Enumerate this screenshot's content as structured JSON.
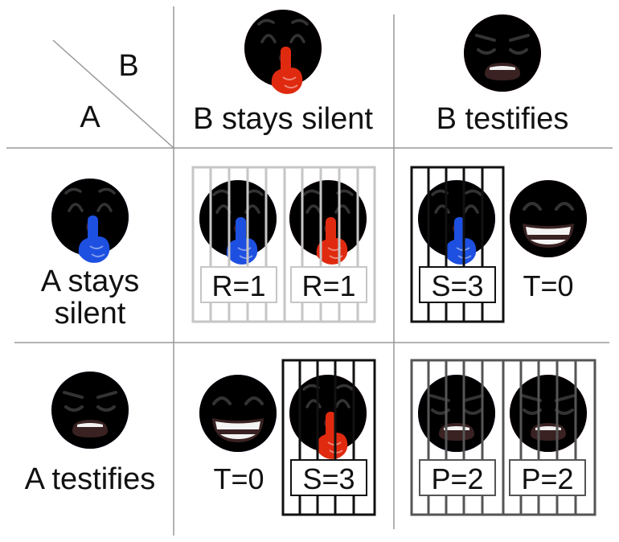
{
  "header": {
    "label_b": "B",
    "label_a": "A",
    "col_silent": "B stays silent",
    "col_testify": "B testifies"
  },
  "rows": {
    "silent_line1": "A stays",
    "silent_line2": "silent",
    "testify": "A testifies"
  },
  "cells": {
    "ss_a": "R=1",
    "ss_b": "R=1",
    "st_a": "S=3",
    "st_b": "T=0",
    "ts_a": "T=0",
    "ts_b": "S=3",
    "tt_a": "P=2",
    "tt_b": "P=2"
  },
  "colors": {
    "player_a": "#4c8ff0",
    "player_b": "#f26f5b",
    "hand_a": "#1d4fe0",
    "hand_b": "#e02a10",
    "grid": "#999999"
  },
  "icons": {
    "shush": "shushing-face-icon",
    "weary": "weary-face-icon",
    "grin": "grinning-face-icon"
  }
}
